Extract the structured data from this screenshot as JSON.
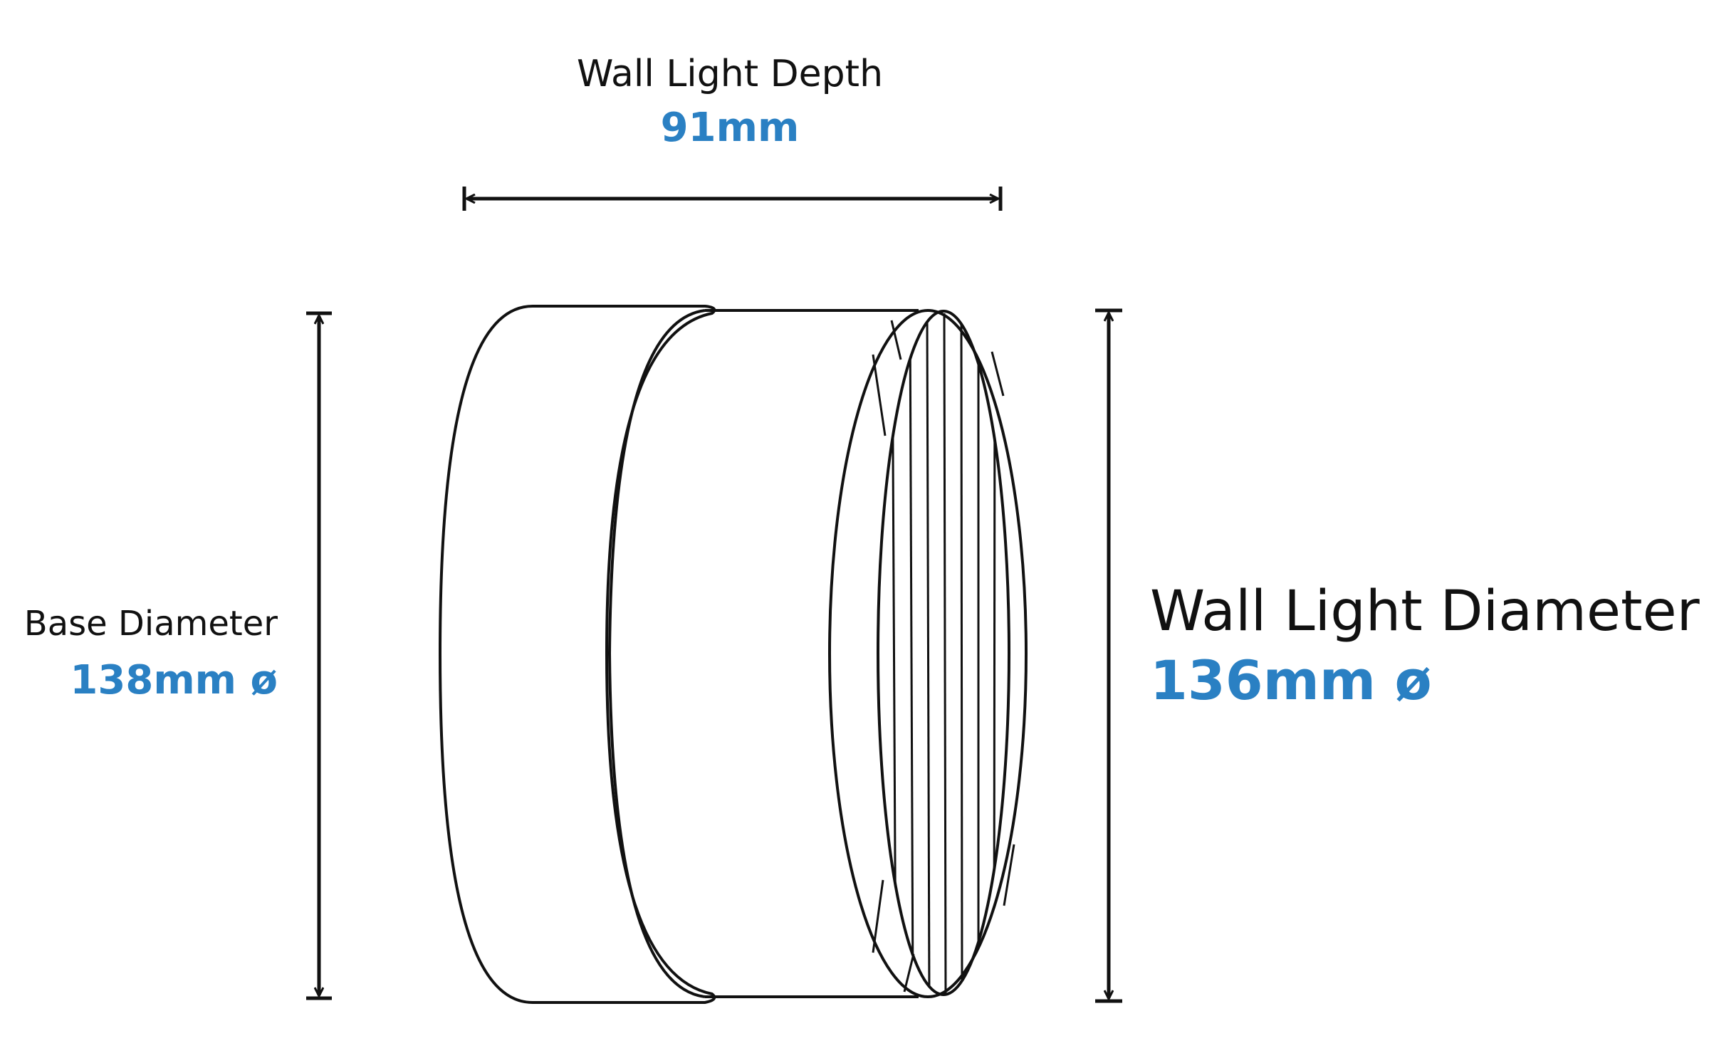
{
  "colors": {
    "accent": "#2a80c3",
    "line": "#111111"
  },
  "annotations": {
    "depth": {
      "label": "Wall Light Depth",
      "value": "91mm"
    },
    "base": {
      "label": "Base Diameter",
      "value": "138mm ø"
    },
    "wall": {
      "label": "Wall Light Diameter",
      "value": "136mm ø"
    }
  }
}
